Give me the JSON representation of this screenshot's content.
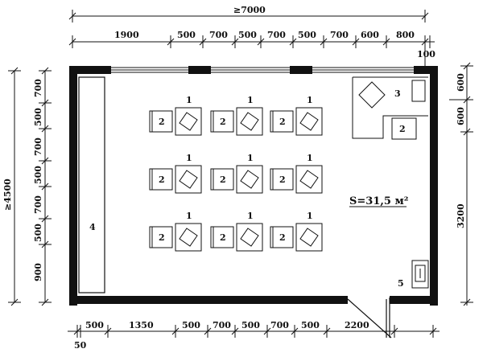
{
  "top_dims": {
    "overall": "≥7000",
    "segments": [
      "1900",
      "500",
      "700",
      "500",
      "700",
      "500",
      "700",
      "600",
      "800"
    ],
    "edge": "100"
  },
  "bottom_dims": {
    "segments": [
      "500",
      "1350",
      "500",
      "700",
      "500",
      "700",
      "500",
      "2200"
    ],
    "edge": "50"
  },
  "left_dims": {
    "overall": "≥4500",
    "segments": [
      "700",
      "500",
      "700",
      "500",
      "700",
      "500",
      "900"
    ]
  },
  "right_dims": {
    "segments": [
      "600",
      "600",
      "3200"
    ]
  },
  "labels": {
    "desk": "1",
    "chair": "2",
    "teacher_desk": "3",
    "board": "4",
    "sink": "5",
    "area": "S=31,5 м²"
  }
}
